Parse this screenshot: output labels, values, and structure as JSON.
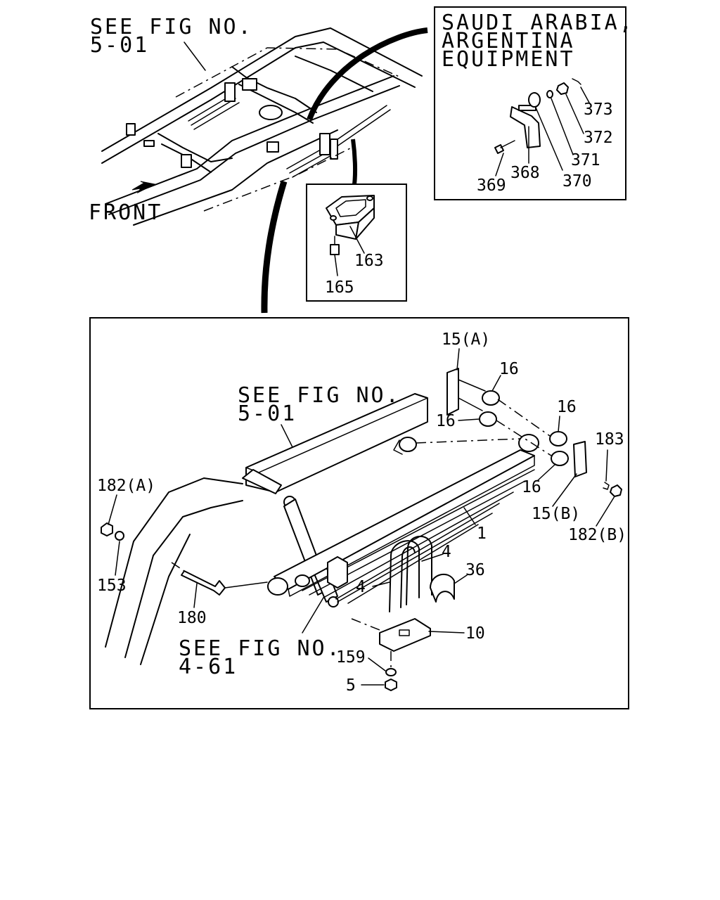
{
  "top_left_ref": {
    "line1": "SEE FIG NO.",
    "line2": "5-01"
  },
  "front_label": "FRONT",
  "inset_equipment": {
    "title_line1": "SAUDI ARABIA,",
    "title_line2": "ARGENTINA",
    "title_line3": "EQUIPMENT",
    "callouts": [
      "373",
      "372",
      "371",
      "370",
      "368",
      "369"
    ]
  },
  "inset_stopper": {
    "callouts": [
      "163",
      "165"
    ]
  },
  "main_ref_frame": {
    "line1": "SEE FIG NO.",
    "line2": "5-01"
  },
  "main_ref_shock": {
    "line1": "SEE FIG NO.",
    "line2": "4-61"
  },
  "callouts": {
    "p15a": "15(A)",
    "p16_a": "16",
    "p16_b": "16",
    "p16_c": "16",
    "p16_d": "16",
    "p183": "183",
    "p15b": "15(B)",
    "p182b": "182(B)",
    "p182a": "182(A)",
    "p153": "153",
    "p180": "180",
    "p1": "1",
    "p4_a": "4",
    "p4_b": "4",
    "p36": "36",
    "p10": "10",
    "p159": "159",
    "p5": "5"
  }
}
